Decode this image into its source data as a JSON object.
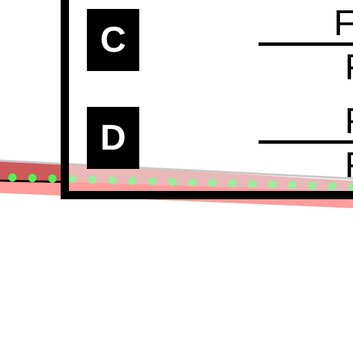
{
  "colors": {
    "frame": "#000000",
    "band_outer": "#ff9c9c",
    "band_dark": "#cc5a5a",
    "band_light": "#e9b8b8",
    "band_edge": "#c8c8c8",
    "dots": "#55ee55",
    "dots_light": "#99ee99"
  },
  "labels": {
    "c": "C",
    "d": "D"
  },
  "fractions": {
    "c_num": "F",
    "c_den": "F",
    "d_num": "F",
    "d_den": "F"
  }
}
